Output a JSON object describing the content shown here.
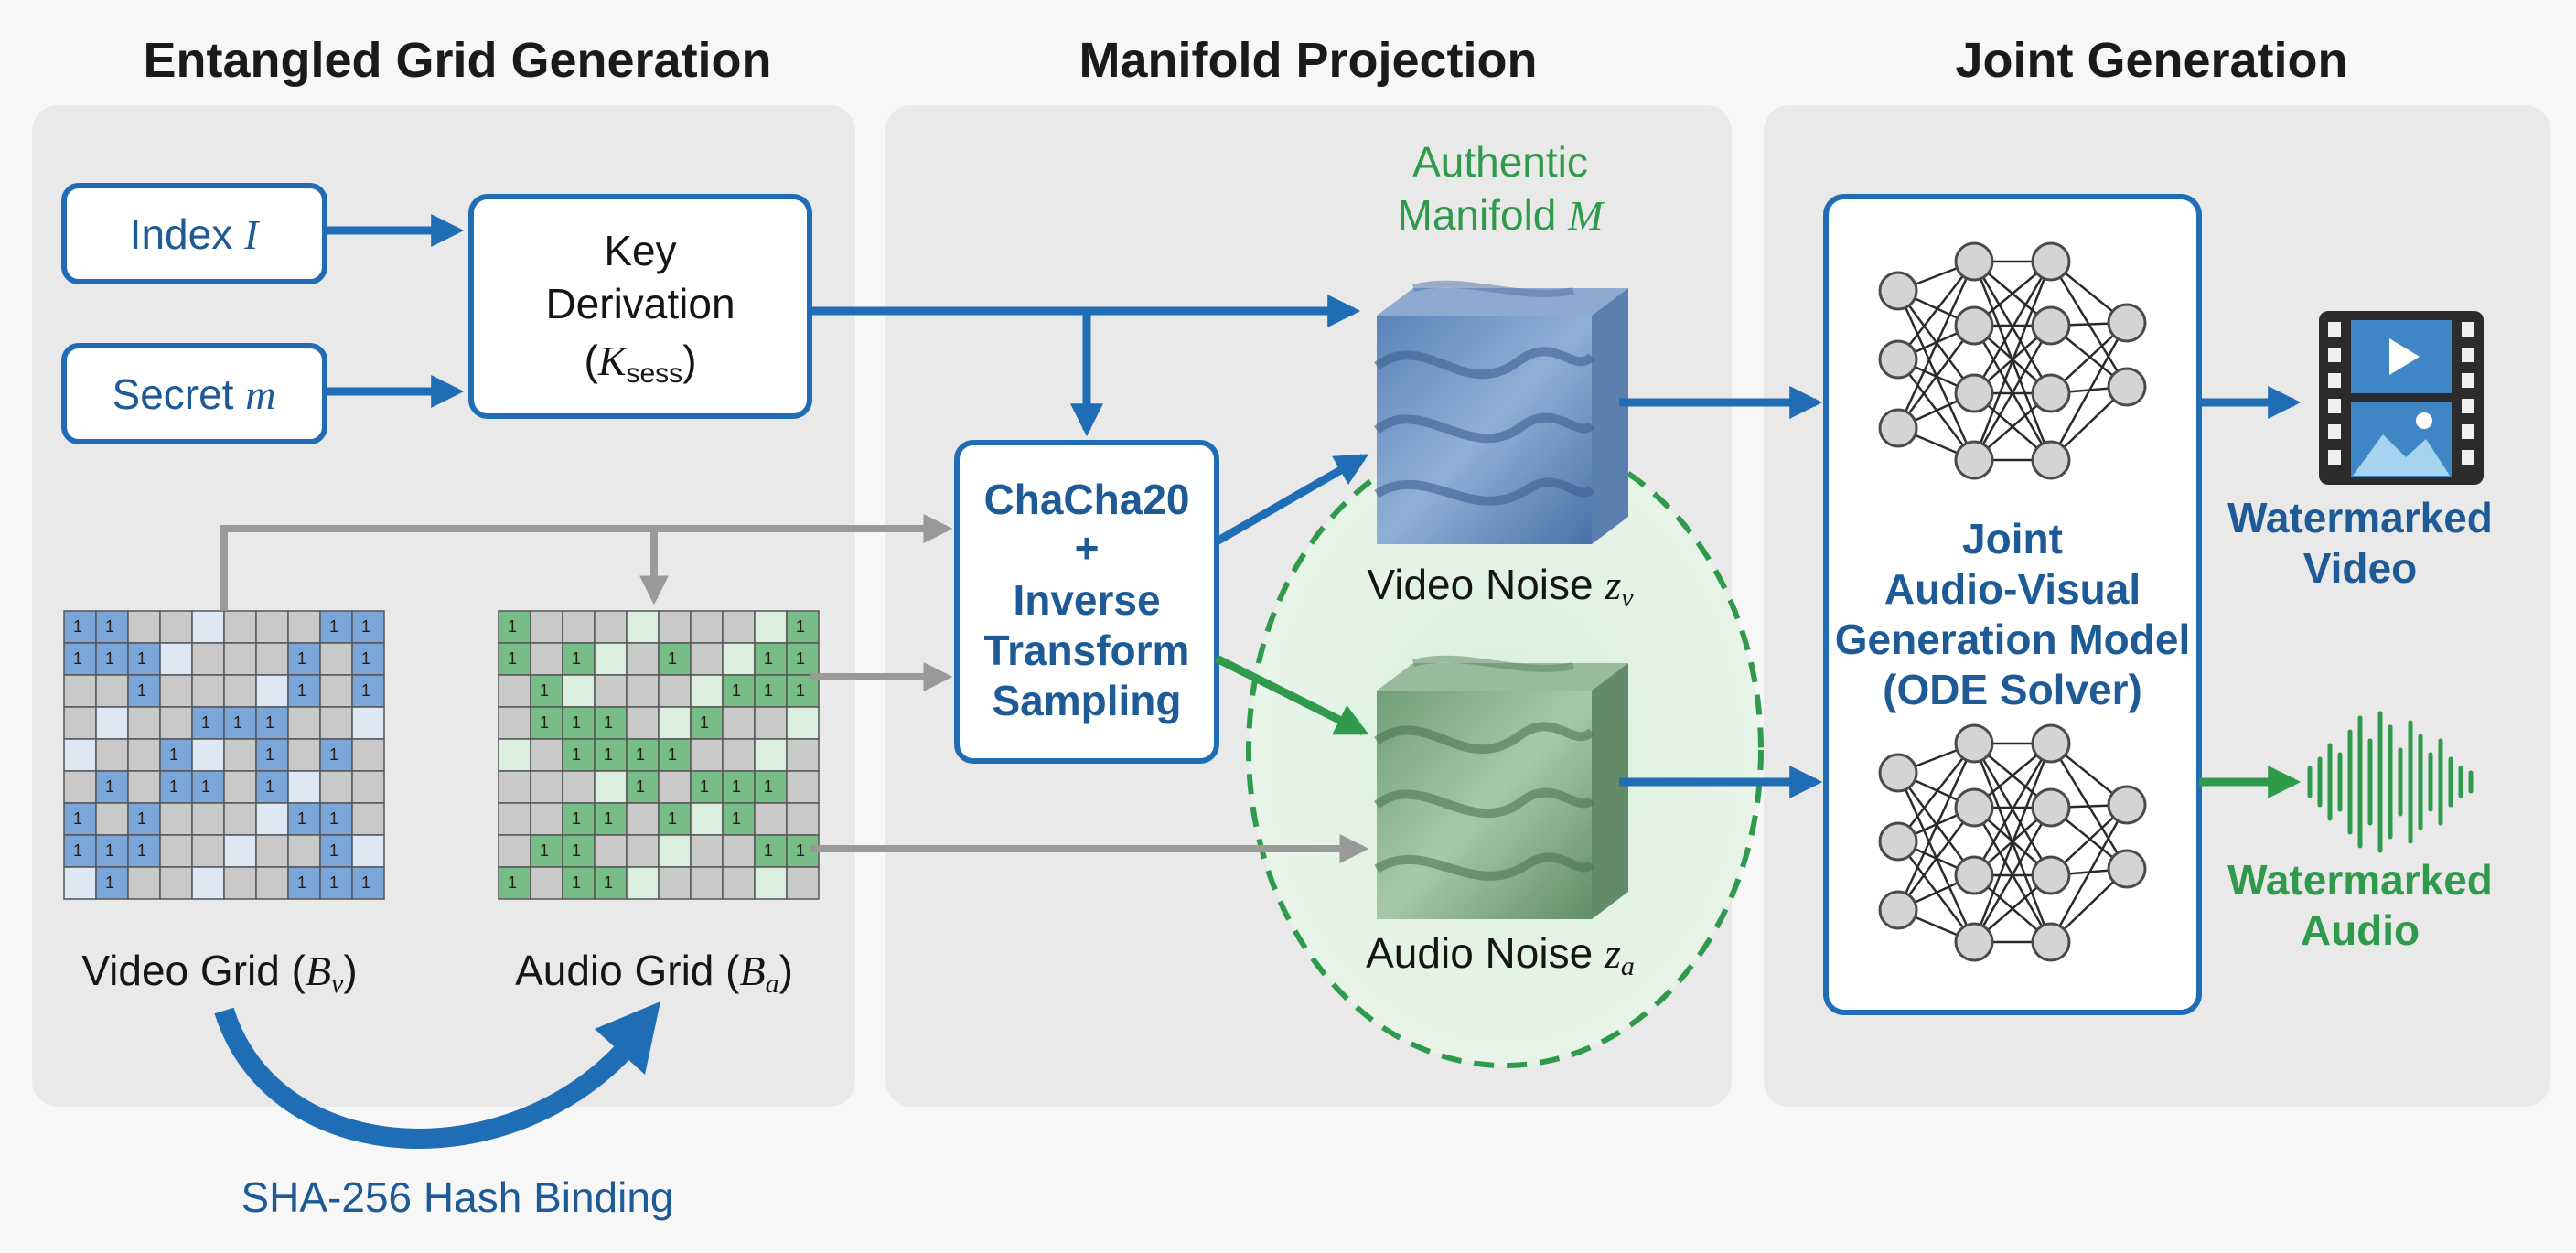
{
  "sections": {
    "grid": "Entangled Grid Generation",
    "manifold": "Manifold Projection",
    "joint": "Joint Generation"
  },
  "boxes": {
    "index_label": "Index",
    "index_symbol": "I",
    "secret_label": "Secret",
    "secret_symbol": "m",
    "key_line1": "Key",
    "key_line2": "Derivation",
    "key_open": "(",
    "key_symbol": "K",
    "key_sub": "sess",
    "key_close": ")",
    "chacha_lines": [
      "ChaCha20",
      "+",
      "Inverse",
      "Transform",
      "Sampling"
    ],
    "joint_lines": [
      "Joint",
      "Audio-Visual",
      "Generation Model",
      "(ODE Solver)"
    ]
  },
  "manifold": {
    "label_line1": "Authentic",
    "label_line2": "Manifold",
    "symbol": "M"
  },
  "noise": {
    "video_label": "Video Noise",
    "video_symbol": "z",
    "video_sub": "v",
    "audio_label": "Audio Noise",
    "audio_symbol": "z",
    "audio_sub": "a"
  },
  "grids": {
    "video_label": "Video Grid (",
    "video_symbol": "B",
    "video_sub": "v",
    "video_close": ")",
    "audio_label": "Audio Grid (",
    "audio_symbol": "B",
    "audio_sub": "a",
    "audio_close": ")",
    "video_cells": [
      [
        1,
        1,
        0,
        0,
        0,
        0,
        0,
        0,
        1,
        1
      ],
      [
        1,
        1,
        1,
        0,
        0,
        0,
        0,
        1,
        0,
        1
      ],
      [
        0,
        0,
        1,
        0,
        0,
        0,
        0,
        1,
        0,
        1
      ],
      [
        0,
        0,
        0,
        0,
        1,
        1,
        1,
        0,
        0,
        0
      ],
      [
        0,
        0,
        0,
        1,
        0,
        0,
        1,
        0,
        1,
        0
      ],
      [
        0,
        1,
        0,
        1,
        1,
        0,
        1,
        0,
        0,
        0
      ],
      [
        1,
        0,
        1,
        0,
        0,
        0,
        0,
        1,
        1,
        0
      ],
      [
        1,
        1,
        1,
        0,
        0,
        0,
        0,
        0,
        1,
        0
      ],
      [
        0,
        1,
        0,
        0,
        0,
        0,
        0,
        1,
        1,
        1
      ]
    ],
    "audio_cells": [
      [
        1,
        0,
        0,
        0,
        0,
        0,
        0,
        0,
        0,
        1
      ],
      [
        1,
        0,
        1,
        0,
        0,
        1,
        0,
        0,
        1,
        1
      ],
      [
        0,
        1,
        0,
        0,
        0,
        0,
        0,
        1,
        1,
        1
      ],
      [
        0,
        1,
        1,
        1,
        0,
        0,
        1,
        0,
        0,
        0
      ],
      [
        0,
        0,
        1,
        1,
        1,
        1,
        0,
        0,
        0,
        0
      ],
      [
        0,
        0,
        0,
        0,
        1,
        0,
        1,
        1,
        1,
        0
      ],
      [
        0,
        0,
        1,
        1,
        0,
        1,
        0,
        1,
        0,
        0
      ],
      [
        0,
        1,
        1,
        0,
        0,
        0,
        0,
        0,
        1,
        1
      ],
      [
        1,
        0,
        1,
        1,
        0,
        0,
        0,
        0,
        0,
        0
      ]
    ]
  },
  "binding": {
    "label": "SHA-256 Hash Binding"
  },
  "outputs": {
    "video_line1": "Watermarked",
    "video_line2": "Video",
    "audio_line1": "Watermarked",
    "audio_line2": "Audio"
  },
  "colors": {
    "blue": "#1f6db5",
    "dark_blue": "#1e5a96",
    "green": "#2f9a4c",
    "gray_arrow": "#999999",
    "panel": "#e9e9e9",
    "grid_blue": "#7aa6d8",
    "grid_green": "#79bd86"
  }
}
